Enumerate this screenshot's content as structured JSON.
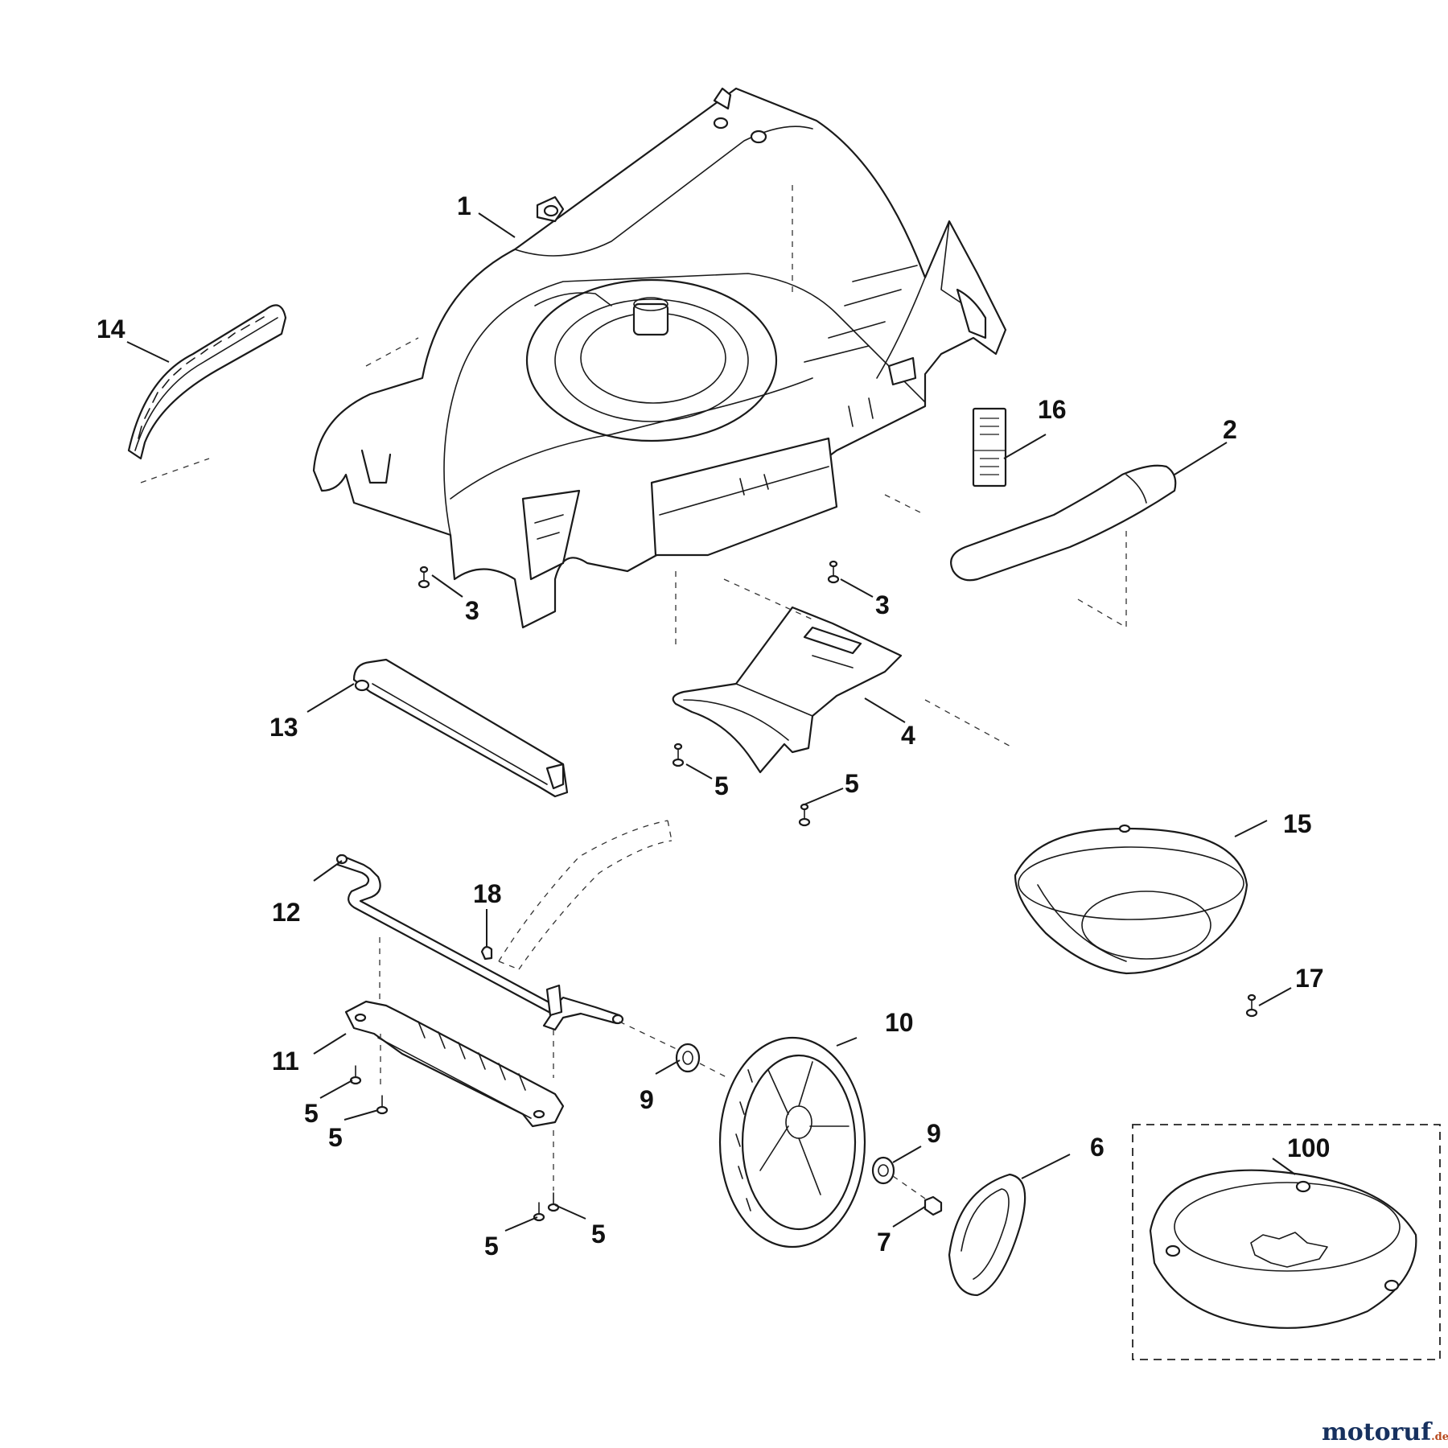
{
  "callouts": {
    "c1": "1",
    "c2": "2",
    "c3a": "3",
    "c3b": "3",
    "c4": "4",
    "c5a": "5",
    "c5b": "5",
    "c5c": "5",
    "c5d": "5",
    "c5e": "5",
    "c5f": "5",
    "c6": "6",
    "c7": "7",
    "c9a": "9",
    "c9b": "9",
    "c10": "10",
    "c11": "11",
    "c12": "12",
    "c13": "13",
    "c14": "14",
    "c15": "15",
    "c16": "16",
    "c17": "17",
    "c18": "18",
    "c100": "100"
  },
  "watermark": {
    "brand": "motoruf",
    "tld": ".de"
  }
}
